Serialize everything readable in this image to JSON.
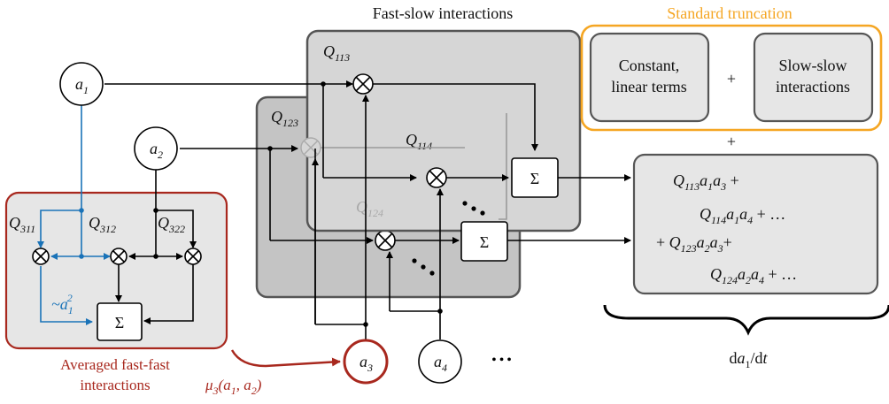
{
  "titles": {
    "fast_slow": "Fast-slow interactions",
    "standard_truncation": "Standard truncation",
    "averaged_fast_fast": [
      "Averaged fast-fast",
      "interactions"
    ]
  },
  "standard_truncation": {
    "constant_linear": [
      "Constant,",
      "linear terms"
    ],
    "plus": "+",
    "slow_slow": [
      "Slow-slow",
      "interactions"
    ],
    "plus_below": "+"
  },
  "nodes": {
    "a1": {
      "base": "a",
      "sub": "1"
    },
    "a2": {
      "base": "a",
      "sub": "2"
    },
    "a3": {
      "base": "a",
      "sub": "3"
    },
    "a4": {
      "base": "a",
      "sub": "4"
    },
    "ellipsis": "•••"
  },
  "coefficients": {
    "Q113": {
      "base": "Q",
      "sub": "113"
    },
    "Q114": {
      "base": "Q",
      "sub": "114"
    },
    "Q123": {
      "base": "Q",
      "sub": "123"
    },
    "Q124": {
      "base": "Q",
      "sub": "124"
    },
    "Q311": {
      "base": "Q",
      "sub": "311"
    },
    "Q312": {
      "base": "Q",
      "sub": "312"
    },
    "Q322": {
      "base": "Q",
      "sub": "322"
    }
  },
  "sum_symbol": "Σ",
  "approx_a1_sq": {
    "prefix": "~a",
    "sub": "1",
    "sup": "2"
  },
  "mu3": {
    "base": "μ",
    "sub": "3",
    "args_open": "(a",
    "args_sub1": "1",
    "args_mid": ", a",
    "args_sub2": "2",
    "args_close": ")"
  },
  "output_terms": {
    "line1": {
      "Q": "Q",
      "qsub": "113",
      "a": "a",
      "asub1": "1",
      "a2": "a",
      "asub2": "3",
      "tail": " +"
    },
    "line2": {
      "Q": "Q",
      "qsub": "114",
      "a": "a",
      "asub1": "1",
      "a2": "a",
      "asub2": "4",
      "tail": " + …"
    },
    "line3": {
      "lead": "+ ",
      "Q": "Q",
      "qsub": "123",
      "a": "a",
      "asub1": "2",
      "a2": "a",
      "asub2": "3",
      "tail": "+"
    },
    "line4": {
      "Q": "Q",
      "qsub": "124",
      "a": "a",
      "asub1": "2",
      "a2": "a",
      "asub2": "4",
      "tail": " + …"
    }
  },
  "derivative": {
    "d": "d",
    "a": "a",
    "sub": "1",
    "slash": "/d",
    "t": "t"
  },
  "colors": {
    "red": "#a8281e",
    "blue": "#1a73b8",
    "orange": "#f5a623",
    "panel_gray": "#d0d0d0",
    "panel_gray_dark": "#c4c4c4",
    "box_gray": "#e6e6e6"
  }
}
